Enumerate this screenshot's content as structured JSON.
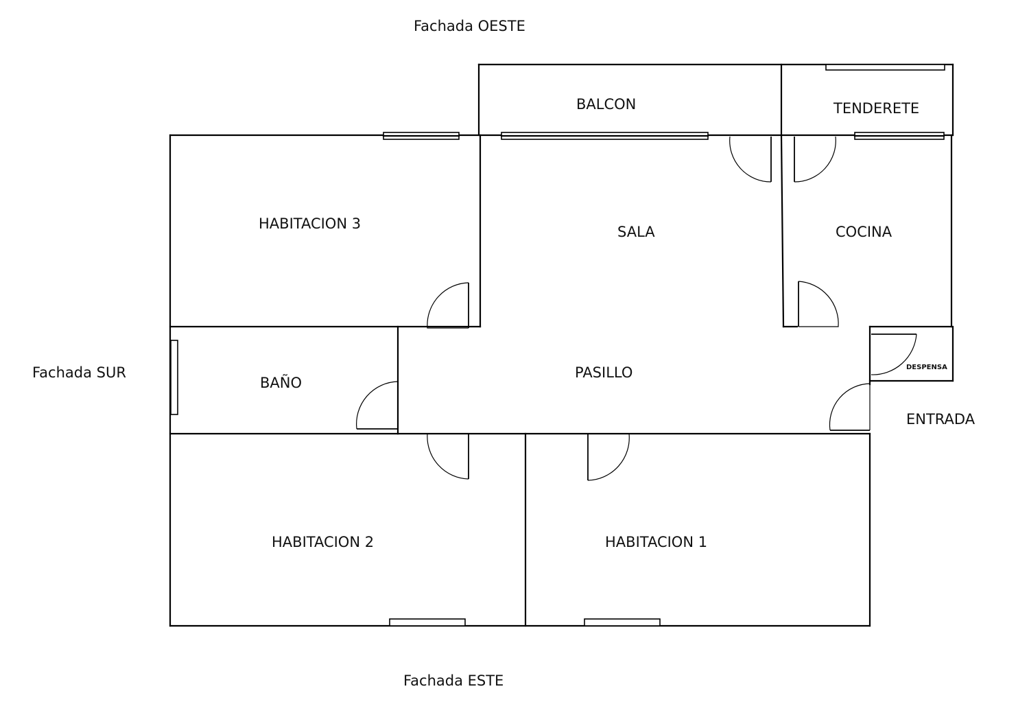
{
  "facades": {
    "west": "Fachada OESTE",
    "south": "Fachada SUR",
    "east": "Fachada ESTE"
  },
  "rooms": {
    "balcon": "BALCON",
    "tenderete": "TENDERETE",
    "habitacion3": "HABITACION 3",
    "sala": "SALA",
    "cocina": "COCINA",
    "bano": "BAÑO",
    "pasillo": "PASILLO",
    "despensa": "DESPENSA",
    "habitacion2": "HABITACION 2",
    "habitacion1": "HABITACION 1"
  },
  "entrance": "ENTRADA"
}
